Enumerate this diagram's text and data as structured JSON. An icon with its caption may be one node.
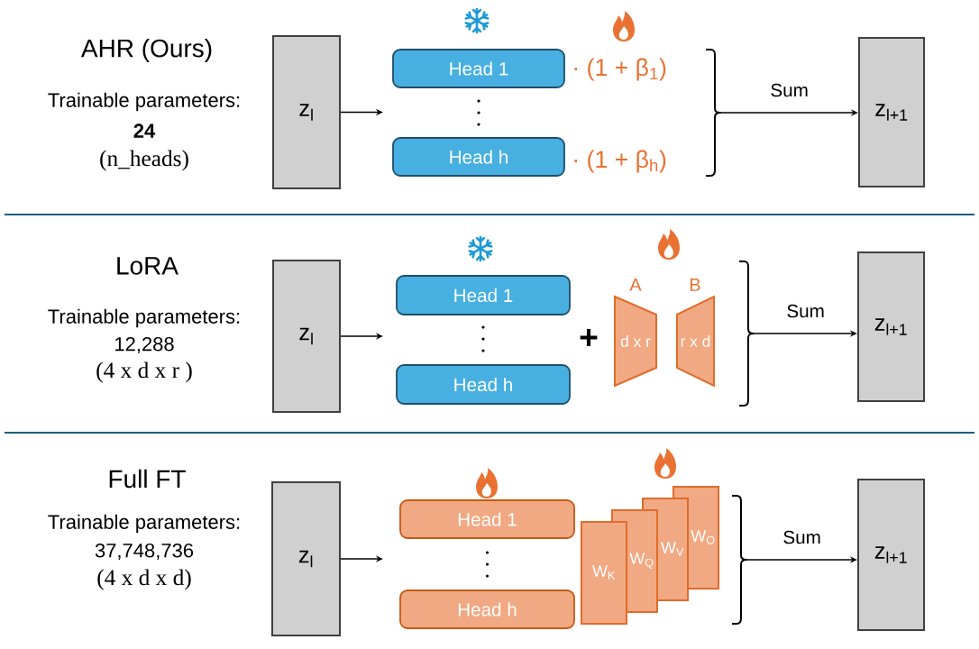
{
  "diagram": {
    "nodes": [
      {
        "text": [
          "z$_{l}$"
        ]
      },
      {
        "text": [
          "Head 1"
        ],
        "beside": [
          "· (1 + β$_{1}$)"
        ]
      },
      {
        "text": [
          "Head h"
        ],
        "beside": [
          "· (1 + β$_{h}$)"
        ]
      },
      {
        "text": [],
        "shape": "brace"
      },
      {
        "text": [
          "z$_{l+1}$"
        ]
      },
      {
        "text": [
          "z$_{l}$"
        ]
      },
      {
        "text": [
          "Head 1"
        ]
      },
      {
        "text": [
          "Head h"
        ]
      },
      {
        "text": [
          "d x r"
        ],
        "beside": [
          "A"
        ]
      },
      {
        "text": [
          "r x d"
        ],
        "beside": [
          "B"
        ]
      },
      {
        "text": [],
        "shape": "brace"
      },
      {
        "text": [
          "z$_{l+1}$"
        ]
      },
      {
        "text": [
          "z$_{l}$"
        ]
      },
      {
        "text": [
          "Head 1"
        ]
      },
      {
        "text": [
          "Head h"
        ]
      },
      {
        "text": [
          "W$_{K}$"
        ]
      },
      {
        "text": [
          "W$_{Q}$"
        ]
      },
      {
        "text": [
          "W$_{V}$"
        ]
      },
      {
        "text": [
          "W$_{O}$"
        ]
      },
      {
        "text": [],
        "shape": "brace"
      },
      {
        "text": [
          "z$_{l+1}$"
        ]
      }
    ],
    "edges": [
      {
        "from": 0,
        "to": null,
        "arrow": "to"
      },
      {
        "from": 3,
        "to": 4,
        "arrow": "to",
        "label": "Sum"
      },
      {
        "from": 5,
        "to": null,
        "arrow": "to"
      },
      {
        "from": 10,
        "to": 11,
        "arrow": "to",
        "label": "Sum"
      },
      {
        "from": 12,
        "to": null,
        "arrow": "to"
      },
      {
        "from": 19,
        "to": 20,
        "arrow": "to",
        "label": "Sum"
      }
    ],
    "labels": [
      "AHR (Ours)",
      "Trainable parameters:",
      "24",
      "(n_heads)",
      "LoRA",
      "Trainable parameters:",
      "12,288",
      "(4 x d x r )",
      "+",
      "Full FT",
      "Trainable parameters:",
      "37,748,736",
      "(4 x d x d)"
    ]
  }
}
